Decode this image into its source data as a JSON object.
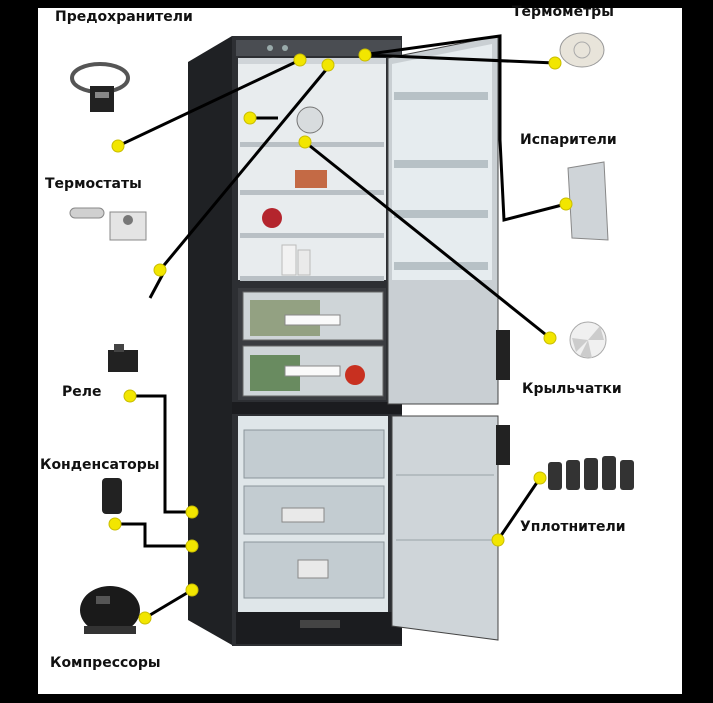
{
  "labels": {
    "fuses": "Предохранители",
    "thermometers": "Термометры",
    "evaporators": "Испарители",
    "thermostats": "Термостаты",
    "relay": "Реле",
    "condensers": "Конденсаторы",
    "impellers": "Крыльчатки",
    "seals": "Уплотнители",
    "compressors": "Компрессоры"
  },
  "colors": {
    "frame": "#000000",
    "background": "#ffffff",
    "callout_dot": "#f2e600",
    "leader_line": "#000000",
    "fridge_body": "#2b2d30",
    "fridge_interior": "#e9edef",
    "door_panel": "#d3d8dc"
  }
}
